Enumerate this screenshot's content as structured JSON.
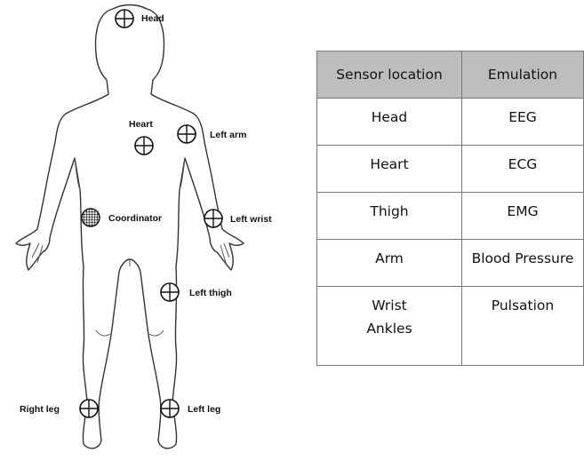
{
  "figure": {
    "labels": {
      "head": "Head",
      "heart": "Heart",
      "left_arm": "Left arm",
      "coordinator": "Coordinator",
      "left_wrist": "Left wrist",
      "left_thigh": "Left thigh",
      "right_leg": "Right leg",
      "left_leg": "Left leg"
    }
  },
  "table": {
    "headers": [
      "Sensor location",
      "Emulation"
    ],
    "rows": [
      {
        "location": "Head",
        "emulation": "EEG"
      },
      {
        "location": "Heart",
        "emulation": "ECG"
      },
      {
        "location": "Thigh",
        "emulation": "EMG"
      },
      {
        "location": "Arm",
        "emulation": "Blood Pressure"
      },
      {
        "location_line1": "Wrist",
        "location_line2": "Ankles",
        "emulation": "Pulsation"
      }
    ]
  }
}
